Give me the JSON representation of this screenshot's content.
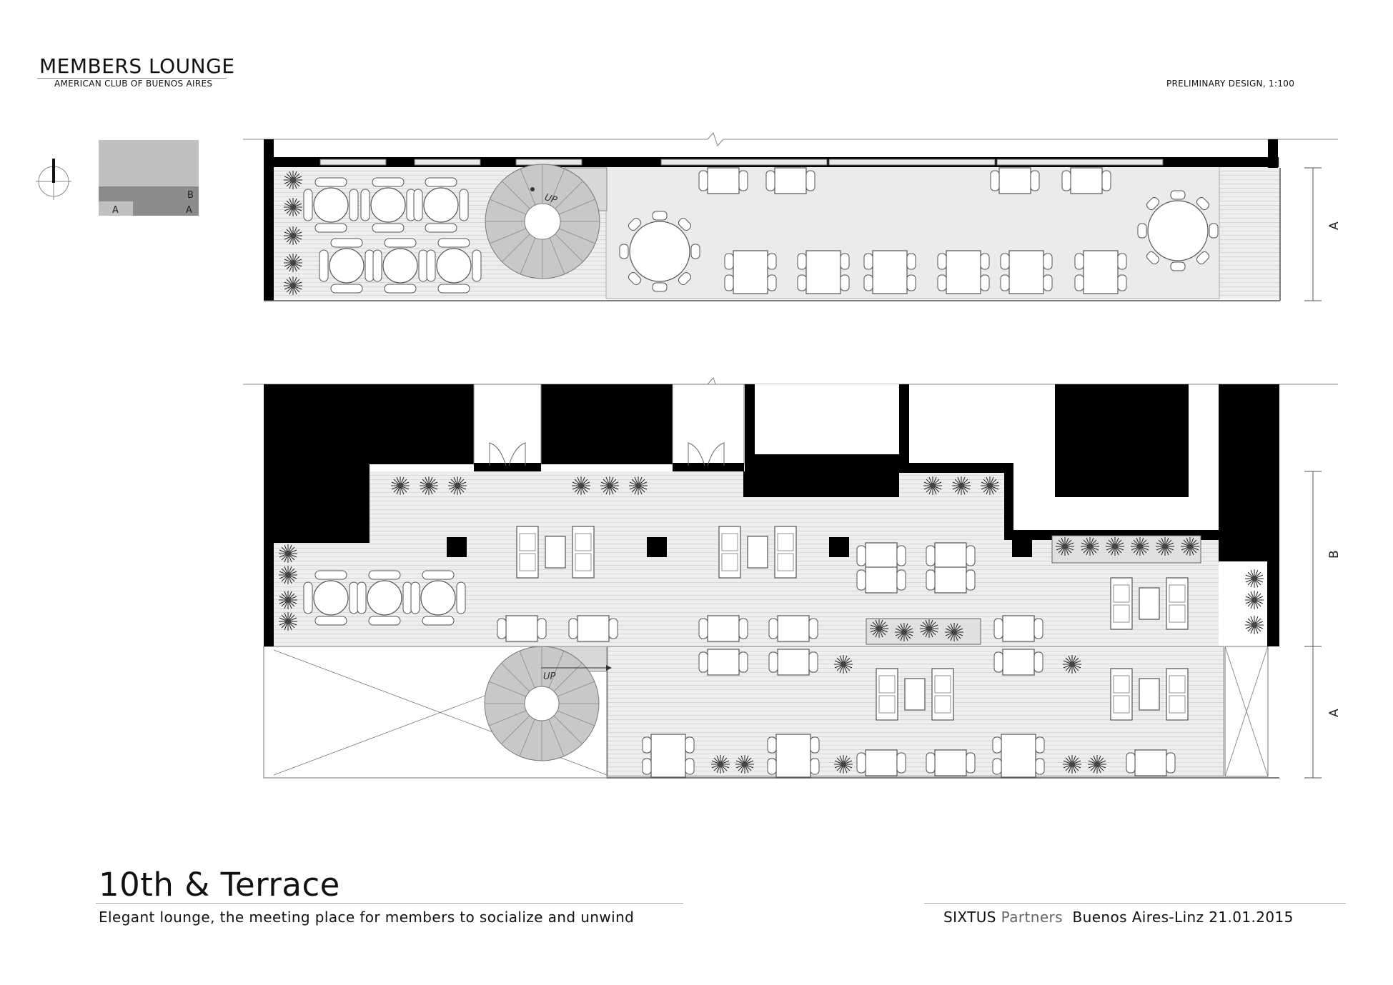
{
  "header": {
    "title": "MEMBERS LOUNGE",
    "subtitle": "AMERICAN CLUB OF BUENOS AIRES",
    "scale_note": "PRELIMINARY DESIGN, 1:100"
  },
  "key_plan": {
    "label_b": "B",
    "label_a_left": "A",
    "label_a_right": "A"
  },
  "plans": {
    "upper": {
      "stair_label": "UP",
      "section_label": "A"
    },
    "lower": {
      "stair_label": "UP",
      "section_label_b": "B",
      "section_label_a": "A"
    }
  },
  "footer": {
    "title": "10th & Terrace",
    "subtitle": "Elegant lounge, the meeting place for members to socialize and unwind",
    "firm_primary": "SIXTUS",
    "firm_secondary": "Partners",
    "location_date": "Buenos Aires-Linz 21.01.2015"
  },
  "colors": {
    "wall": "#000000",
    "floor": "#ececec",
    "grid_line": "#d4d4d4",
    "stair": "#c8c8c8",
    "key_plan_light": "#c0c0c0",
    "key_plan_dark": "#8c8c8c"
  }
}
